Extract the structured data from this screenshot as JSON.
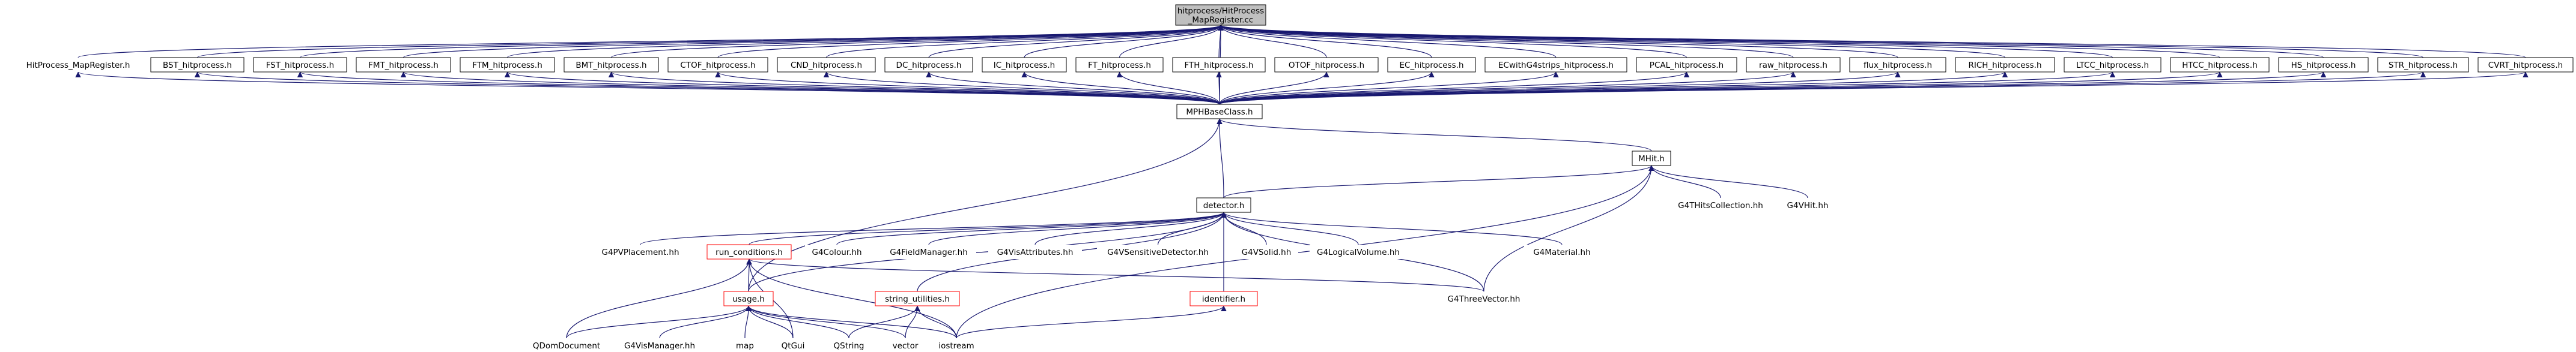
{
  "nodes": {
    "root": {
      "label": "hitprocess/HitProcess\n_MapRegister.cc",
      "style": "root"
    },
    "r1_0": {
      "label": "HitProcess_MapRegister.h",
      "style": "plain"
    },
    "r1_1": {
      "label": "BST_hitprocess.h",
      "style": "boxed"
    },
    "r1_2": {
      "label": "FST_hitprocess.h",
      "style": "boxed"
    },
    "r1_3": {
      "label": "FMT_hitprocess.h",
      "style": "boxed"
    },
    "r1_4": {
      "label": "FTM_hitprocess.h",
      "style": "boxed"
    },
    "r1_5": {
      "label": "BMT_hitprocess.h",
      "style": "boxed"
    },
    "r1_6": {
      "label": "CTOF_hitprocess.h",
      "style": "boxed"
    },
    "r1_7": {
      "label": "CND_hitprocess.h",
      "style": "boxed"
    },
    "r1_8": {
      "label": "DC_hitprocess.h",
      "style": "boxed"
    },
    "r1_9": {
      "label": "IC_hitprocess.h",
      "style": "boxed"
    },
    "r1_10": {
      "label": "FT_hitprocess.h",
      "style": "boxed"
    },
    "r1_11": {
      "label": "FTH_hitprocess.h",
      "style": "boxed"
    },
    "r1_12": {
      "label": "OTOF_hitprocess.h",
      "style": "boxed"
    },
    "r1_13": {
      "label": "EC_hitprocess.h",
      "style": "boxed"
    },
    "r1_14": {
      "label": "ECwithG4strips_hitprocess.h",
      "style": "boxed"
    },
    "r1_15": {
      "label": "PCAL_hitprocess.h",
      "style": "boxed"
    },
    "r1_16": {
      "label": "raw_hitprocess.h",
      "style": "boxed"
    },
    "r1_17": {
      "label": "flux_hitprocess.h",
      "style": "boxed"
    },
    "r1_18": {
      "label": "RICH_hitprocess.h",
      "style": "boxed"
    },
    "r1_19": {
      "label": "LTCC_hitprocess.h",
      "style": "boxed"
    },
    "r1_20": {
      "label": "HTCC_hitprocess.h",
      "style": "boxed"
    },
    "r1_21": {
      "label": "HS_hitprocess.h",
      "style": "boxed"
    },
    "r1_22": {
      "label": "STR_hitprocess.h",
      "style": "boxed"
    },
    "r1_23": {
      "label": "CVRT_hitprocess.h",
      "style": "boxed"
    },
    "mphb": {
      "label": "MPHBaseClass.h",
      "style": "boxed"
    },
    "mhit": {
      "label": "MHit.h",
      "style": "boxed"
    },
    "detector": {
      "label": "detector.h",
      "style": "boxed"
    },
    "g4hc": {
      "label": "G4THitsCollection.hh",
      "style": "plain"
    },
    "g4vhit": {
      "label": "G4VHit.hh",
      "style": "plain"
    },
    "g4pv": {
      "label": "G4PVPlacement.hh",
      "style": "plain"
    },
    "runcond": {
      "label": "run_conditions.h",
      "style": "red"
    },
    "g4colour": {
      "label": "G4Colour.hh",
      "style": "plain"
    },
    "g4field": {
      "label": "G4FieldManager.hh",
      "style": "plain"
    },
    "g4visattr": {
      "label": "G4VisAttributes.hh",
      "style": "plain"
    },
    "g4vsens": {
      "label": "G4VSensitiveDetector.hh",
      "style": "plain"
    },
    "g4vsolid": {
      "label": "G4VSolid.hh",
      "style": "plain"
    },
    "g4logvol": {
      "label": "G4LogicalVolume.hh",
      "style": "plain"
    },
    "g4mat": {
      "label": "G4Material.hh",
      "style": "plain"
    },
    "usage": {
      "label": "usage.h",
      "style": "red"
    },
    "strutil": {
      "label": "string_utilities.h",
      "style": "red"
    },
    "identifier": {
      "label": "identifier.h",
      "style": "red"
    },
    "g4three": {
      "label": "G4ThreeVector.hh",
      "style": "plain"
    },
    "qdom": {
      "label": "QDomDocument",
      "style": "plain"
    },
    "g4vism": {
      "label": "G4VisManager.hh",
      "style": "plain"
    },
    "map": {
      "label": "map",
      "style": "plain"
    },
    "qtgui": {
      "label": "QtGui",
      "style": "plain"
    },
    "qstring": {
      "label": "QString",
      "style": "plain"
    },
    "vector": {
      "label": "vector",
      "style": "plain"
    },
    "iostream": {
      "label": "iostream",
      "style": "plain"
    }
  },
  "edges": [
    [
      "root",
      "r1_0"
    ],
    [
      "root",
      "r1_1"
    ],
    [
      "root",
      "r1_2"
    ],
    [
      "root",
      "r1_3"
    ],
    [
      "root",
      "r1_4"
    ],
    [
      "root",
      "r1_5"
    ],
    [
      "root",
      "r1_6"
    ],
    [
      "root",
      "r1_7"
    ],
    [
      "root",
      "r1_8"
    ],
    [
      "root",
      "r1_9"
    ],
    [
      "root",
      "r1_10"
    ],
    [
      "root",
      "r1_11"
    ],
    [
      "root",
      "r1_12"
    ],
    [
      "root",
      "r1_13"
    ],
    [
      "root",
      "r1_14"
    ],
    [
      "root",
      "r1_15"
    ],
    [
      "root",
      "r1_16"
    ],
    [
      "root",
      "r1_17"
    ],
    [
      "root",
      "r1_18"
    ],
    [
      "root",
      "r1_19"
    ],
    [
      "root",
      "r1_20"
    ],
    [
      "root",
      "r1_21"
    ],
    [
      "root",
      "r1_22"
    ],
    [
      "root",
      "r1_23"
    ],
    [
      "root",
      "mphb"
    ],
    [
      "r1_0",
      "mphb"
    ],
    [
      "r1_1",
      "mphb"
    ],
    [
      "r1_2",
      "mphb"
    ],
    [
      "r1_3",
      "mphb"
    ],
    [
      "r1_4",
      "mphb"
    ],
    [
      "r1_5",
      "mphb"
    ],
    [
      "r1_6",
      "mphb"
    ],
    [
      "r1_7",
      "mphb"
    ],
    [
      "r1_8",
      "mphb"
    ],
    [
      "r1_9",
      "mphb"
    ],
    [
      "r1_10",
      "mphb"
    ],
    [
      "r1_11",
      "mphb"
    ],
    [
      "r1_12",
      "mphb"
    ],
    [
      "r1_13",
      "mphb"
    ],
    [
      "r1_14",
      "mphb"
    ],
    [
      "r1_15",
      "mphb"
    ],
    [
      "r1_16",
      "mphb"
    ],
    [
      "r1_17",
      "mphb"
    ],
    [
      "r1_18",
      "mphb"
    ],
    [
      "r1_19",
      "mphb"
    ],
    [
      "r1_20",
      "mphb"
    ],
    [
      "r1_21",
      "mphb"
    ],
    [
      "r1_22",
      "mphb"
    ],
    [
      "r1_23",
      "mphb"
    ],
    [
      "mphb",
      "mhit"
    ],
    [
      "mphb",
      "detector"
    ],
    [
      "mphb",
      "usage"
    ],
    [
      "mhit",
      "detector"
    ],
    [
      "mhit",
      "g4hc"
    ],
    [
      "mhit",
      "g4vhit"
    ],
    [
      "mhit",
      "g4three"
    ],
    [
      "mhit",
      "iostream"
    ],
    [
      "detector",
      "g4pv"
    ],
    [
      "detector",
      "runcond"
    ],
    [
      "detector",
      "g4colour"
    ],
    [
      "detector",
      "g4field"
    ],
    [
      "detector",
      "g4visattr"
    ],
    [
      "detector",
      "g4vsens"
    ],
    [
      "detector",
      "g4vsolid"
    ],
    [
      "detector",
      "g4logvol"
    ],
    [
      "detector",
      "g4mat"
    ],
    [
      "detector",
      "g4three"
    ],
    [
      "detector",
      "usage"
    ],
    [
      "detector",
      "identifier"
    ],
    [
      "detector",
      "strutil"
    ],
    [
      "runcond",
      "usage"
    ],
    [
      "runcond",
      "qdom"
    ],
    [
      "runcond",
      "qtgui"
    ],
    [
      "runcond",
      "iostream"
    ],
    [
      "runcond",
      "g4three"
    ],
    [
      "usage",
      "qdom"
    ],
    [
      "usage",
      "g4vism"
    ],
    [
      "usage",
      "map"
    ],
    [
      "usage",
      "qtgui"
    ],
    [
      "usage",
      "qstring"
    ],
    [
      "usage",
      "vector"
    ],
    [
      "usage",
      "iostream"
    ],
    [
      "strutil",
      "qstring"
    ],
    [
      "strutil",
      "vector"
    ],
    [
      "strutil",
      "iostream"
    ],
    [
      "identifier",
      "iostream"
    ]
  ],
  "colors": {
    "edge": "#191970",
    "red": "#ff0000",
    "root_fill": "#bfbfbf",
    "text": "#000000"
  }
}
